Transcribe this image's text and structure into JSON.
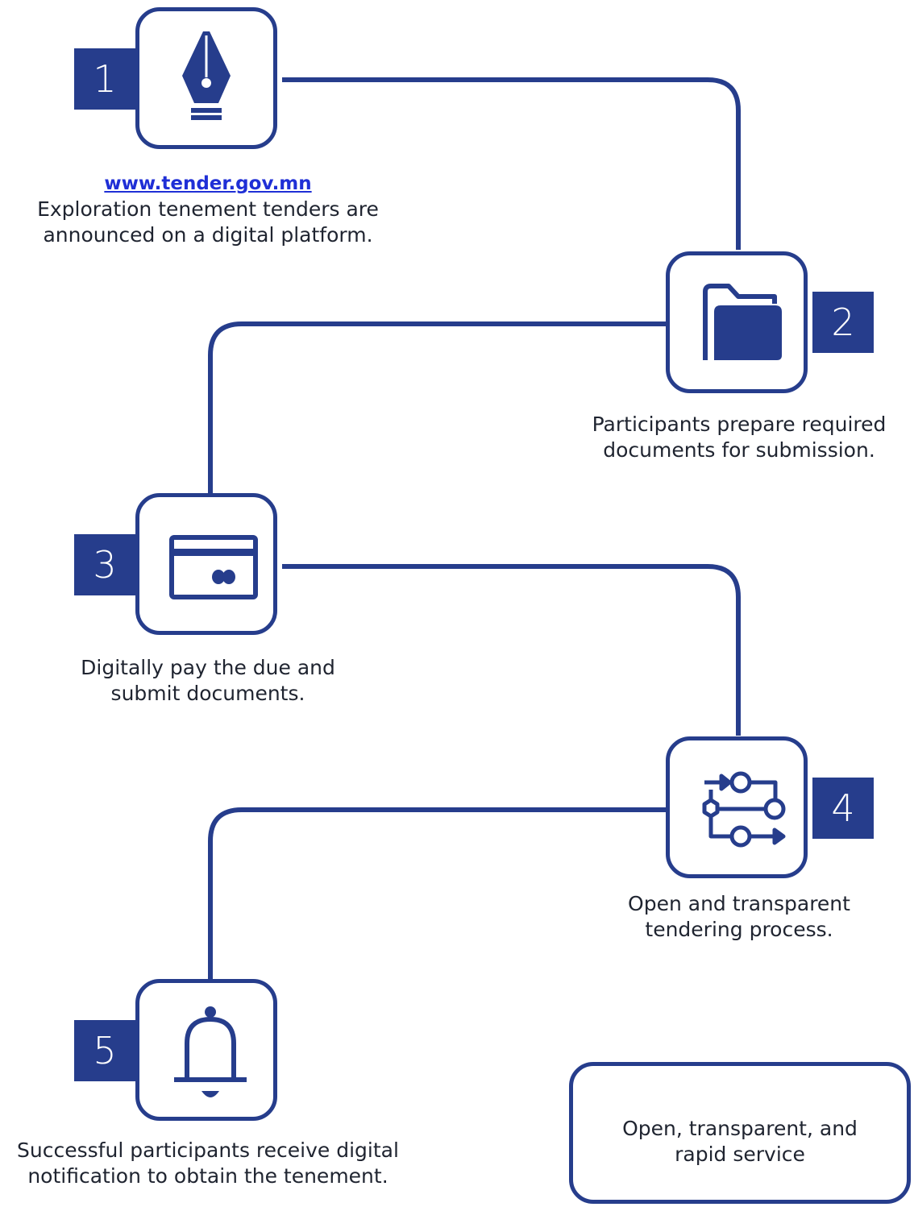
{
  "colors": {
    "accent": "#263d8c",
    "link": "#1f2fd6",
    "text": "#1f2430"
  },
  "steps": [
    {
      "number": "1",
      "icon": "fountain-pen-icon",
      "link": "www.tender.gov.mn",
      "lines": [
        "Exploration tenement tenders are",
        "announced on a digital platform."
      ]
    },
    {
      "number": "2",
      "icon": "folder-icon",
      "lines": [
        "Participants prepare required",
        "documents for submission."
      ]
    },
    {
      "number": "3",
      "icon": "credit-card-icon",
      "lines": [
        "Digitally pay the due and",
        "submit documents."
      ]
    },
    {
      "number": "4",
      "icon": "process-flow-icon",
      "lines": [
        "Open and transparent",
        "tendering process."
      ]
    },
    {
      "number": "5",
      "icon": "bell-icon",
      "lines": [
        "Successful participants receive digital",
        "notification to obtain the tenement."
      ]
    }
  ],
  "summary": {
    "lines": [
      "Open, transparent, and",
      "rapid service"
    ]
  }
}
